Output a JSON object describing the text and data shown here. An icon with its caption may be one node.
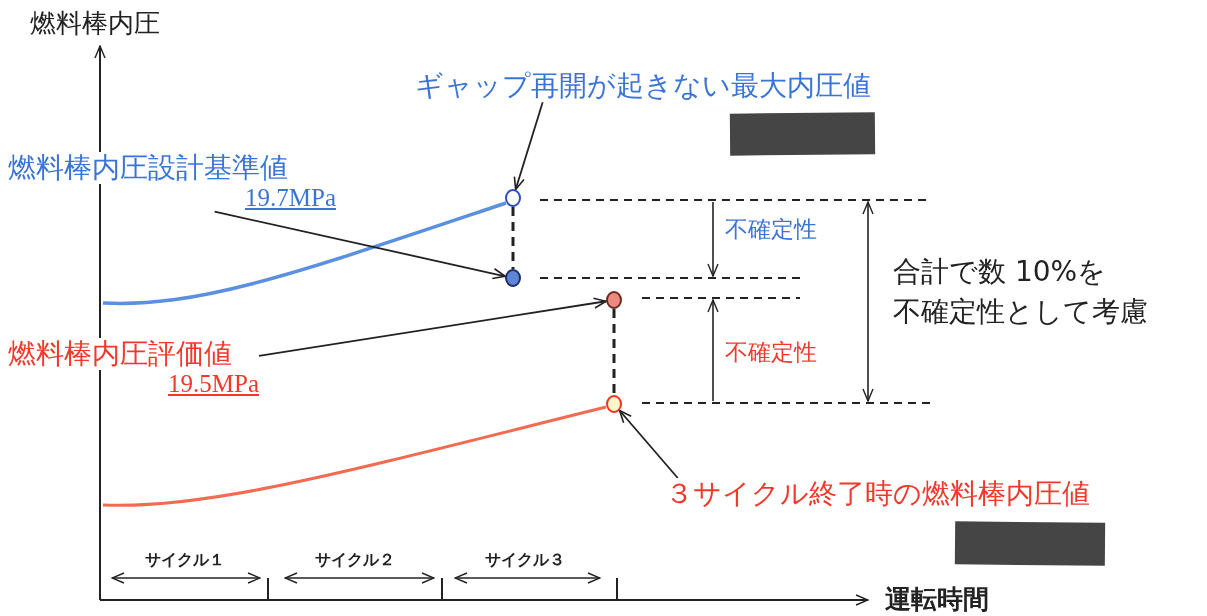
{
  "diagram": {
    "nodes": [
      {
        "text": [
          "ギャップ再開が起きない最大内圧値"
        ]
      },
      {
        "text": [],
        "shape": "circle"
      },
      {
        "text": [
          "燃料棒内圧設計基準値",
          "19.7MPa"
        ]
      },
      {
        "text": [],
        "shape": "circle"
      },
      {
        "text": [
          "燃料棒内圧評価値",
          "19.5MPa"
        ]
      },
      {
        "text": [],
        "shape": "circle"
      },
      {
        "text": [],
        "shape": "circle"
      },
      {
        "text": [
          "３サイクル終了時の燃料棒内圧値"
        ]
      }
    ],
    "edges": [
      {
        "from": 0,
        "to": 1,
        "arrow": "to"
      },
      {
        "from": 2,
        "to": 3,
        "arrow": "to"
      },
      {
        "from": 1,
        "to": 3,
        "arrow": "none",
        "style": "dashed"
      },
      {
        "from": 4,
        "to": 5,
        "arrow": "to"
      },
      {
        "from": 5,
        "to": 6,
        "arrow": "none",
        "style": "dashed"
      },
      {
        "from": 7,
        "to": 6,
        "arrow": "to"
      }
    ],
    "labels": [
      "燃料棒内圧",
      "不確定性",
      "合計で数 10%を",
      "不確定性として考慮",
      "不確定性",
      "サイクル１",
      "サイクル２",
      "サイクル３",
      "運転時間"
    ]
  }
}
